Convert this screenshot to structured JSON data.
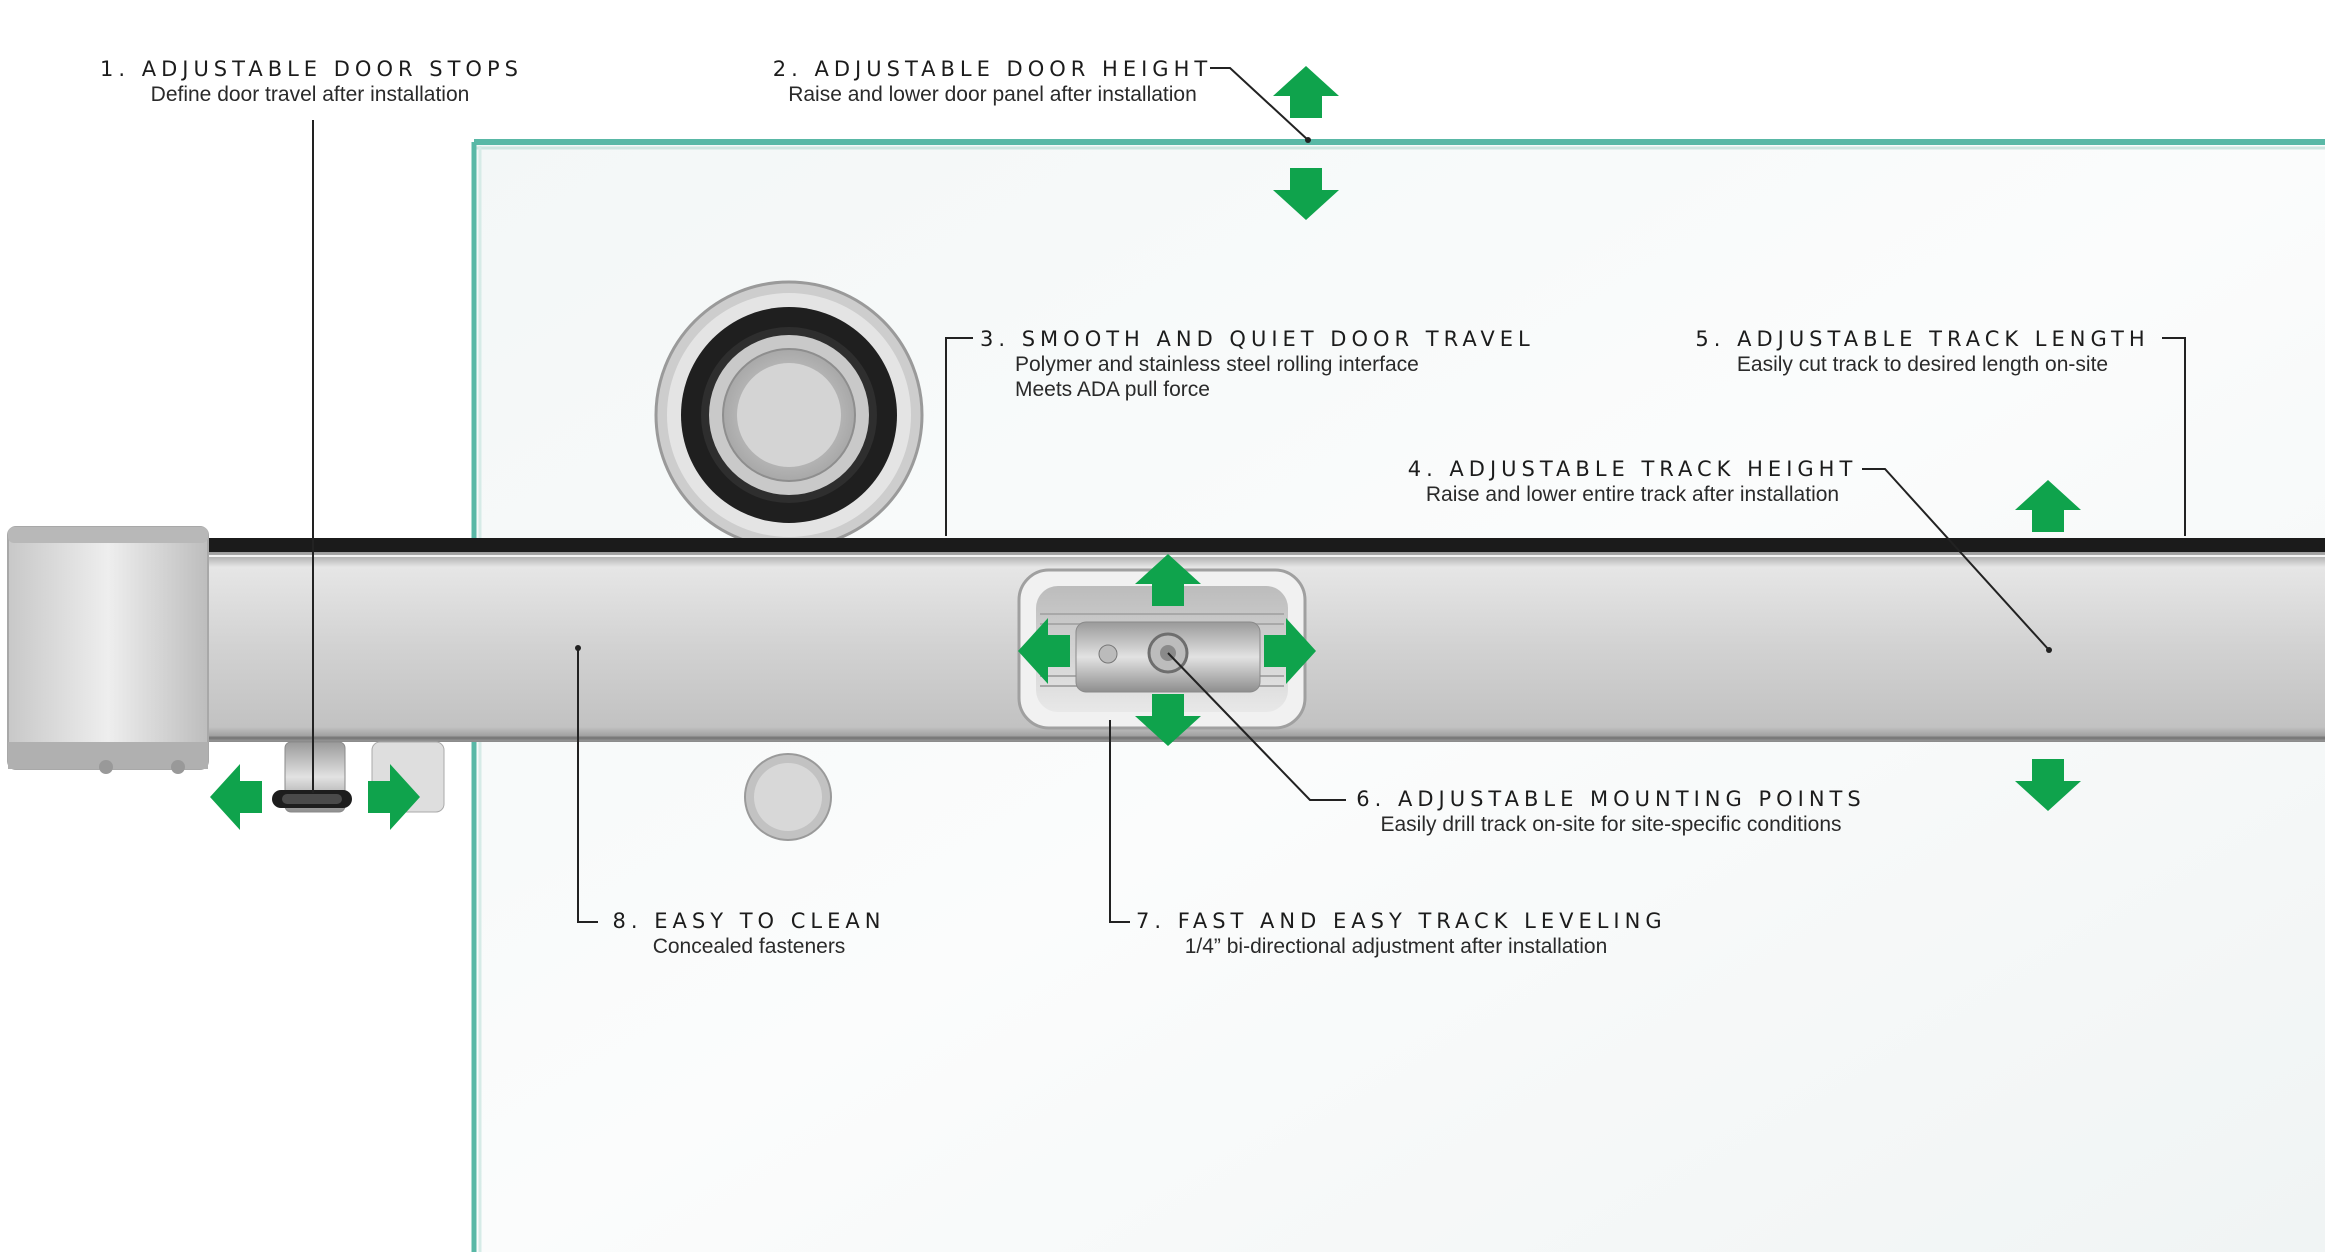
{
  "colors": {
    "accent_arrow": "#0fa34c",
    "glass_edge": "#59b8a6",
    "track": "#d4d4d4",
    "leader_line": "#222222"
  },
  "features": [
    {
      "id": "door-stops",
      "title": "1. ADJUSTABLE DOOR STOPS",
      "lines": [
        "Define door travel after installation"
      ]
    },
    {
      "id": "door-height",
      "title": "2. ADJUSTABLE DOOR HEIGHT",
      "lines": [
        "Raise and lower door panel after installation"
      ]
    },
    {
      "id": "door-travel",
      "title": "3. SMOOTH AND QUIET DOOR TRAVEL",
      "lines": [
        "Polymer and stainless steel rolling interface",
        "Meets ADA pull force"
      ]
    },
    {
      "id": "track-height",
      "title": "4. ADJUSTABLE TRACK HEIGHT",
      "lines": [
        "Raise and lower entire track after installation"
      ]
    },
    {
      "id": "track-length",
      "title": "5. ADJUSTABLE TRACK LENGTH",
      "lines": [
        "Easily cut track to desired length on-site"
      ]
    },
    {
      "id": "mounting-points",
      "title": "6. ADJUSTABLE MOUNTING POINTS",
      "lines": [
        "Easily drill track on-site for site-specific conditions"
      ]
    },
    {
      "id": "track-leveling",
      "title": "7. FAST AND EASY TRACK LEVELING",
      "lines": [
        "1/4” bi-directional adjustment after installation"
      ]
    },
    {
      "id": "easy-clean",
      "title": "8. EASY TO CLEAN",
      "lines": [
        "Concealed fasteners"
      ]
    }
  ]
}
